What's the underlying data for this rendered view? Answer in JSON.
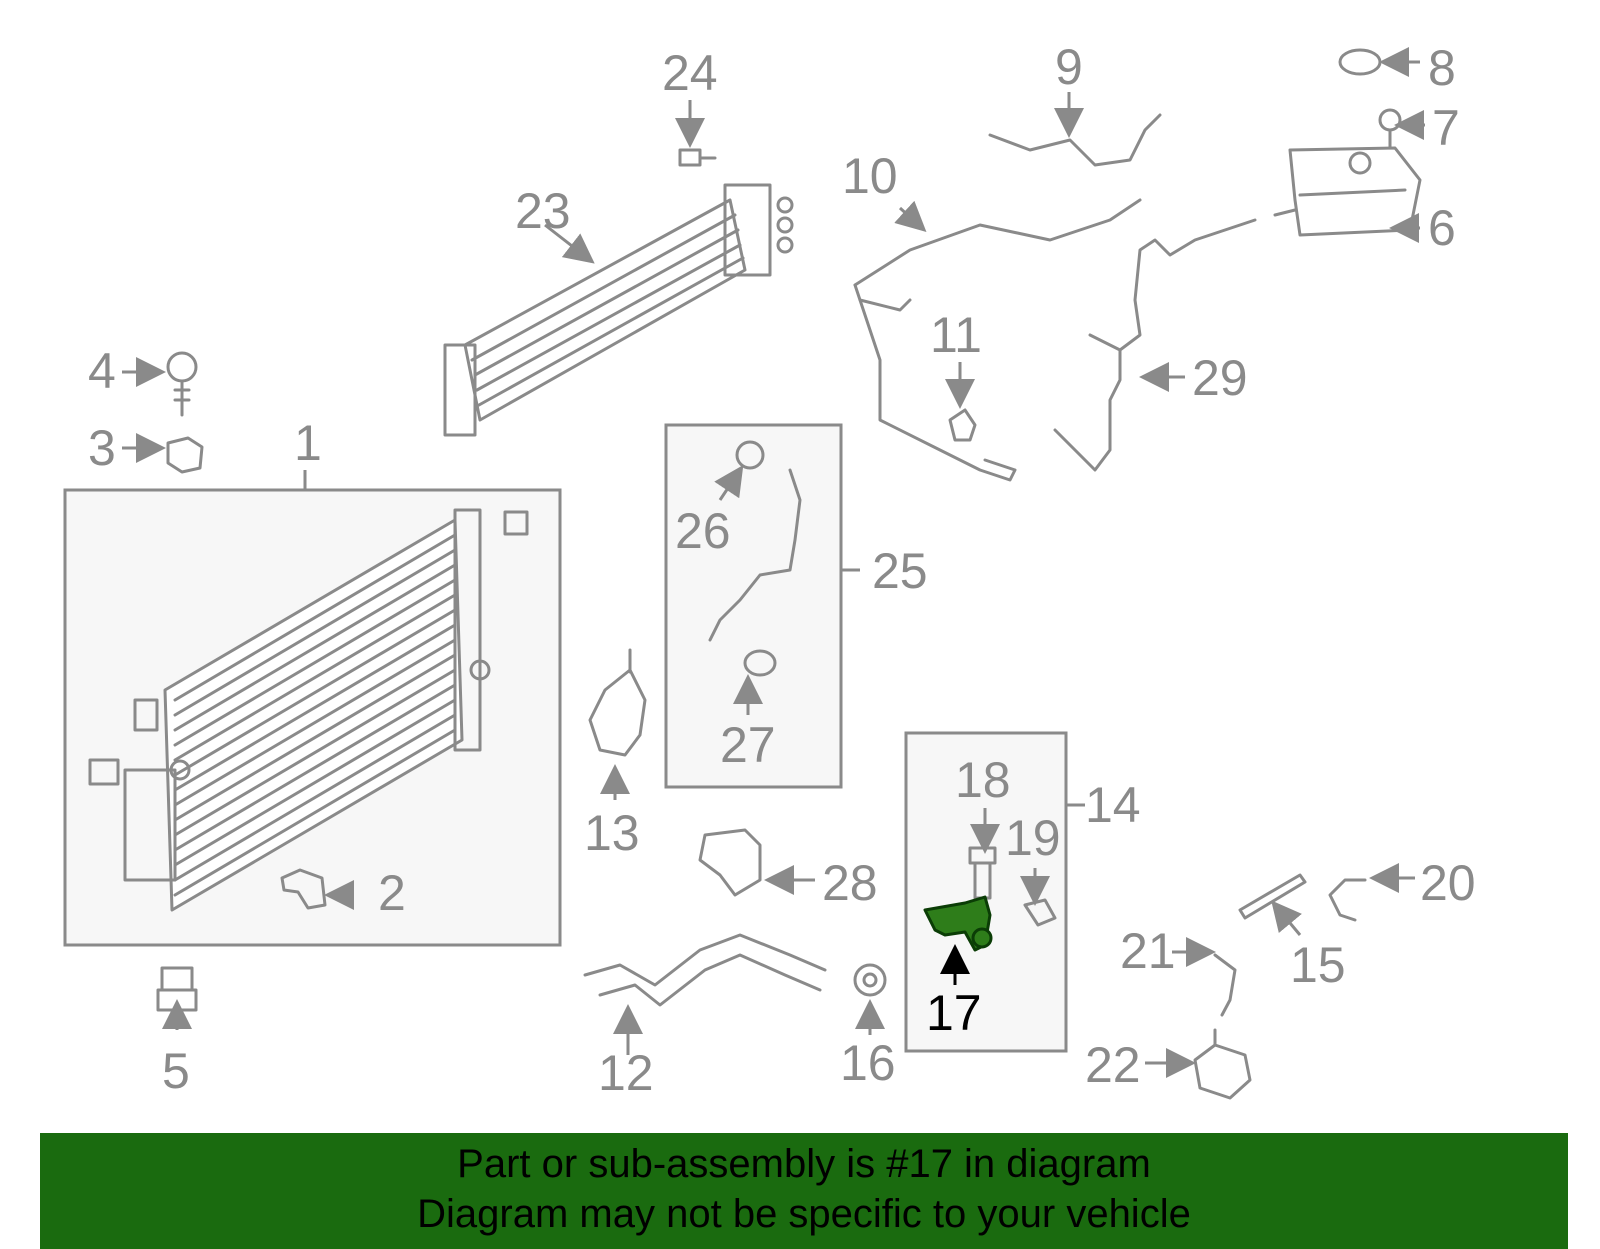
{
  "colors": {
    "line": "#8a8a8a",
    "highlight": "#2e7d1a",
    "banner": "#1a6b0f"
  },
  "labels": {
    "p1": "1",
    "p2": "2",
    "p3": "3",
    "p4": "4",
    "p5": "5",
    "p6": "6",
    "p7": "7",
    "p8": "8",
    "p9": "9",
    "p10": "10",
    "p11": "11",
    "p12": "12",
    "p13": "13",
    "p14": "14",
    "p15": "15",
    "p16": "16",
    "p17": "17",
    "p18": "18",
    "p19": "19",
    "p20": "20",
    "p21": "21",
    "p22": "22",
    "p23": "23",
    "p24": "24",
    "p25": "25",
    "p26": "26",
    "p27": "27",
    "p28": "28",
    "p29": "29"
  },
  "banner": {
    "line1": "Part or sub-assembly is #17 in diagram",
    "line2": "Diagram may not be specific to your vehicle"
  }
}
